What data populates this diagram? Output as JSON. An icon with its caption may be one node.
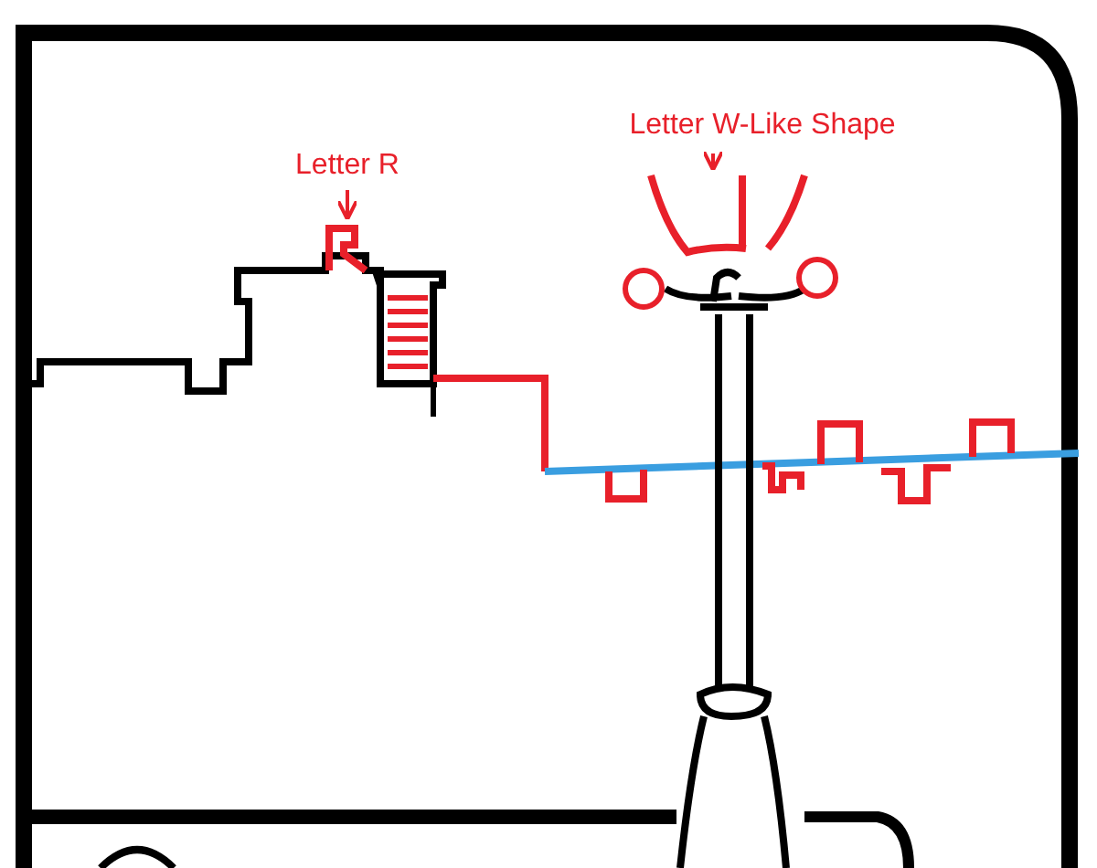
{
  "diagram": {
    "nodes": [
      {
        "text": [
          "Letter R"
        ]
      },
      {
        "text": [],
        "shape": "picture"
      },
      {
        "text": [
          "Letter W-Like Shape"
        ]
      },
      {
        "text": [],
        "shape": "picture"
      }
    ],
    "edges": [
      {
        "from": 0,
        "to": 1,
        "arrow": "to"
      },
      {
        "from": 2,
        "to": 3,
        "arrow": "to"
      }
    ]
  }
}
